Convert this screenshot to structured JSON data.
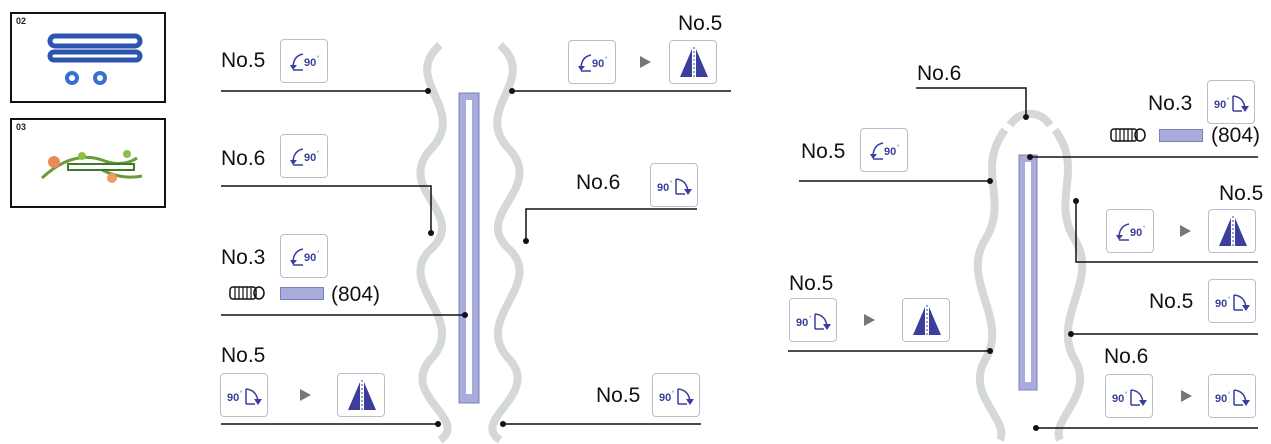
{
  "thumbnails": [
    {
      "number": "02",
      "name": "border design thumbnail"
    },
    {
      "number": "03",
      "name": "floral design thumbnail"
    }
  ],
  "diagram_left": {
    "top_left": {
      "needle": "No.5",
      "rotate": "90°"
    },
    "top_right": {
      "needle": "No.5",
      "rotate": "90°"
    },
    "mid_left": {
      "needle": "No.6",
      "rotate": "90°"
    },
    "mid_right": {
      "needle": "No.6",
      "rotate": "90°"
    },
    "thread_left": {
      "needle": "No.3",
      "rotate": "90°",
      "color_code": "(804)"
    },
    "bottom_left": {
      "needle": "No.5",
      "rotate": "90°"
    },
    "bottom_right": {
      "needle": "No.5",
      "rotate": "90°"
    }
  },
  "diagram_right": {
    "top": {
      "needle": "No.6"
    },
    "thread": {
      "needle": "No.3",
      "rotate": "90°",
      "color_code": "(804)"
    },
    "left_upper": {
      "needle": "No.5",
      "rotate": "90°"
    },
    "right_upper": {
      "needle": "No.5",
      "rotate": "90°"
    },
    "left_lower": {
      "needle": "No.5",
      "rotate": "90°"
    },
    "right_mid": {
      "needle": "No.5",
      "rotate": "90°"
    },
    "right_lower": {
      "needle": "No.6",
      "rotate": "90°"
    }
  },
  "colors": {
    "accent": "#3a3f9c",
    "thread": "#a8acdc",
    "ornament": "#d4d8d8"
  }
}
